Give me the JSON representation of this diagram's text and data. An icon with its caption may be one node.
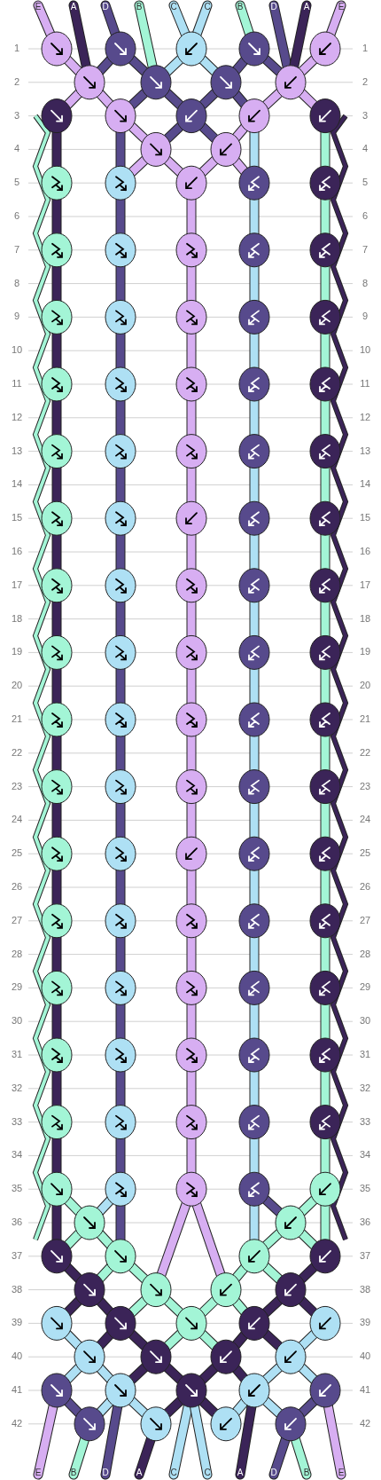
{
  "diagram": {
    "labels": [
      "E",
      "A",
      "D",
      "B",
      "C",
      "C",
      "B",
      "D",
      "A",
      "E",
      "1",
      "1",
      "2",
      "2",
      "3",
      "3",
      "4",
      "4",
      "5",
      "5",
      "6",
      "6",
      "7",
      "7",
      "8",
      "8",
      "9",
      "9",
      "10",
      "10",
      "11",
      "11",
      "12",
      "12",
      "13",
      "13",
      "14",
      "14",
      "15",
      "15",
      "16",
      "16",
      "17",
      "17",
      "18",
      "18",
      "19",
      "19",
      "20",
      "20",
      "21",
      "21",
      "22",
      "22",
      "23",
      "23",
      "24",
      "24",
      "25",
      "25",
      "26",
      "26",
      "27",
      "27",
      "28",
      "28",
      "29",
      "29",
      "30",
      "30",
      "31",
      "31",
      "32",
      "32",
      "33",
      "33",
      "34",
      "34",
      "35",
      "35",
      "36",
      "36",
      "37",
      "37",
      "38",
      "38",
      "39",
      "39",
      "40",
      "40",
      "41",
      "41",
      "42",
      "42",
      "E",
      "B",
      "D",
      "A",
      "C",
      "C",
      "A",
      "D",
      "B",
      "E"
    ]
  }
}
